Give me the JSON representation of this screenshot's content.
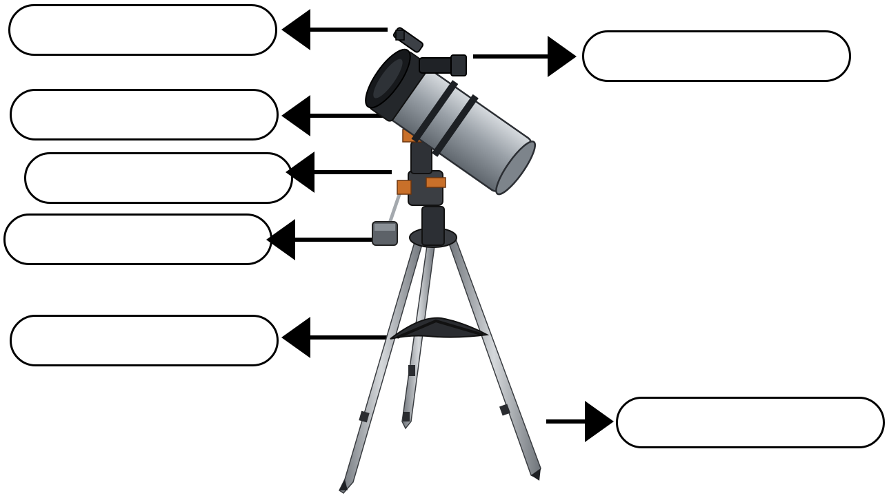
{
  "diagram": {
    "subject": "telescope-on-tripod",
    "labels": [
      {
        "id": "label-1",
        "text": ""
      },
      {
        "id": "label-2",
        "text": ""
      },
      {
        "id": "label-3",
        "text": ""
      },
      {
        "id": "label-4",
        "text": ""
      },
      {
        "id": "label-5",
        "text": ""
      },
      {
        "id": "label-6",
        "text": ""
      }
    ],
    "colors": {
      "outline": "#000000",
      "tube": "#8e959c",
      "tube_dark": "#2b2e33",
      "metal": "#b9bec3",
      "accent": "#c9702a"
    }
  }
}
